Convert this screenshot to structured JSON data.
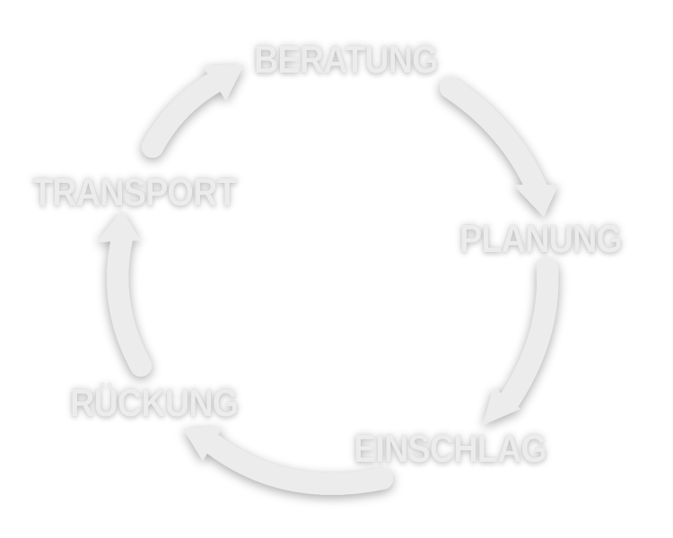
{
  "diagram": {
    "type": "cycle",
    "stages": [
      {
        "id": "beratung",
        "label": "BERATUNG"
      },
      {
        "id": "planung",
        "label": "PLANUNG"
      },
      {
        "id": "einschlag",
        "label": "EINSCHLAG"
      },
      {
        "id": "rueckung",
        "label": "RÜCKUNG"
      },
      {
        "id": "transport",
        "label": "TRANSPORT"
      }
    ],
    "arrows": [
      {
        "from": "beratung",
        "to": "planung"
      },
      {
        "from": "planung",
        "to": "einschlag"
      },
      {
        "from": "einschlag",
        "to": "rueckung"
      },
      {
        "from": "rueckung",
        "to": "transport"
      },
      {
        "from": "transport",
        "to": "beratung"
      }
    ],
    "colors": {
      "shape_fill": "#ececec",
      "shadow": "#000000"
    }
  }
}
